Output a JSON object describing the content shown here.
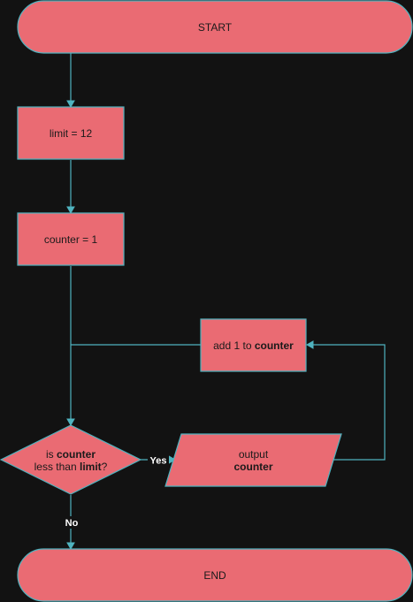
{
  "nodes": {
    "start": {
      "label": "START"
    },
    "limit": {
      "label": "limit = 12"
    },
    "counter_init": {
      "label": "counter = 1"
    },
    "decision": {
      "line1_prefix": "is ",
      "line1_bold": "counter",
      "line2_prefix": "less than ",
      "line2_bold": "limit",
      "line2_suffix": "?"
    },
    "output": {
      "line1": "output",
      "line2_bold": "counter"
    },
    "increment": {
      "prefix": "add 1 to ",
      "bold": "counter"
    },
    "end": {
      "label": "END"
    }
  },
  "edges": {
    "yes_label": "Yes",
    "no_label": "No"
  },
  "colors": {
    "background": "#121212",
    "shape_fill": "#ea6b73",
    "connector": "#4fb3bf"
  }
}
